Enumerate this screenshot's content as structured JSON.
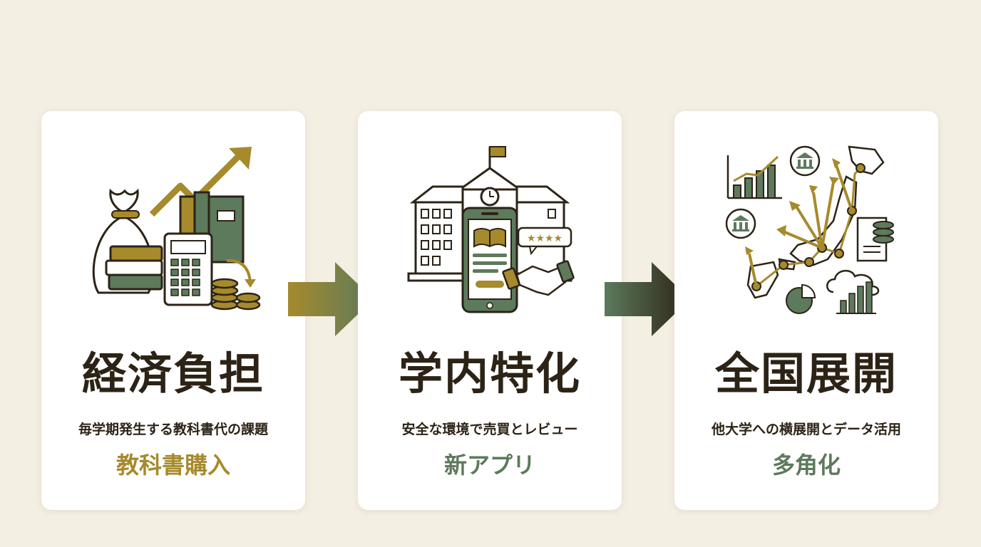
{
  "colors": {
    "background": "#f4efe3",
    "gold": "#a68a2c",
    "green": "#5d7a5c",
    "dark": "#2c2316"
  },
  "steps": [
    {
      "icon": "money-books-calculator-icon",
      "title": "経済負担",
      "subtitle": "毎学期発生する教科書代の課題",
      "tag": "教科書購入",
      "tag_color": "#a68a2c"
    },
    {
      "icon": "university-smartphone-handshake-icon",
      "title": "学内特化",
      "subtitle": "安全な環境で売買とレビュー",
      "tag": "新アプリ",
      "tag_color": "#5d7a5c"
    },
    {
      "icon": "japan-map-expansion-icon",
      "title": "全国展開",
      "subtitle": "他大学への横展開とデータ活用",
      "tag": "多角化",
      "tag_color": "#5d7a5c"
    }
  ]
}
